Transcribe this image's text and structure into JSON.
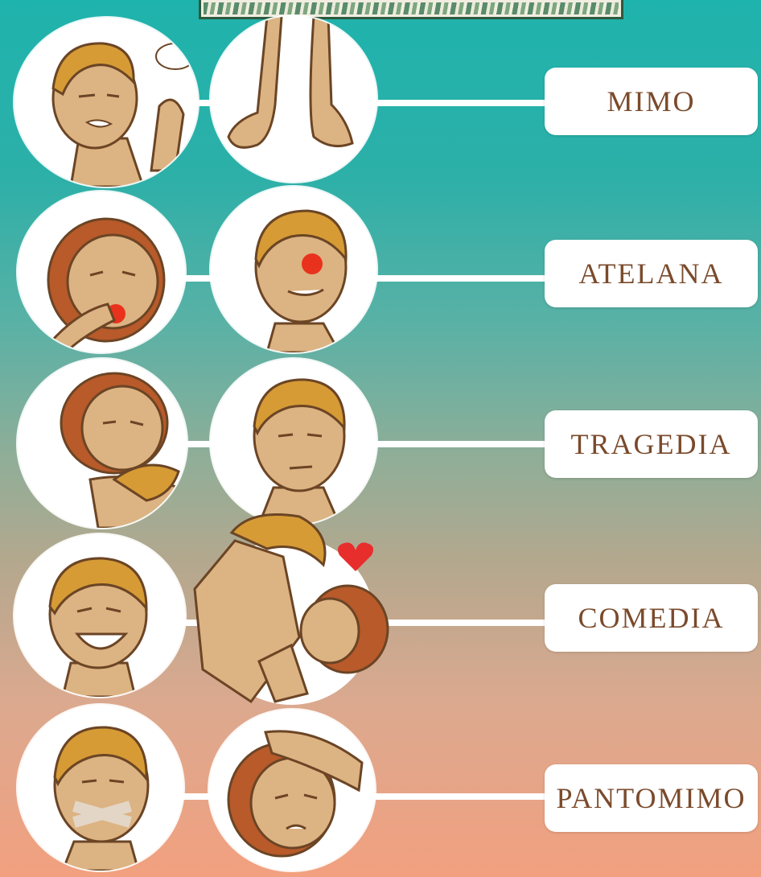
{
  "colors": {
    "label_text": "#7a4a2b",
    "skin": "#dcb382",
    "hair_blond": "#d69b35",
    "hair_red": "#b85a2a",
    "outline": "#6b4525",
    "nose_red": "#e8321e",
    "heart": "#e82d2d"
  },
  "rows": [
    {
      "label": "MIMO",
      "left_icon": "blond-man-speaking-icon",
      "right_icon": "bare-feet-icon"
    },
    {
      "label": "ATELANA",
      "left_icon": "redhead-woman-clown-nose-icon",
      "right_icon": "blond-man-clown-nose-icon"
    },
    {
      "label": "TRAGEDIA",
      "left_icon": "redhead-woman-crying-icon",
      "right_icon": "blond-man-solemn-icon"
    },
    {
      "label": "COMEDIA",
      "left_icon": "blond-man-laughing-icon",
      "right_icon": "couple-kissing-icon"
    },
    {
      "label": "PANTOMIMO",
      "left_icon": "blond-man-taped-mouth-icon",
      "right_icon": "redhead-woman-distressed-icon"
    }
  ]
}
